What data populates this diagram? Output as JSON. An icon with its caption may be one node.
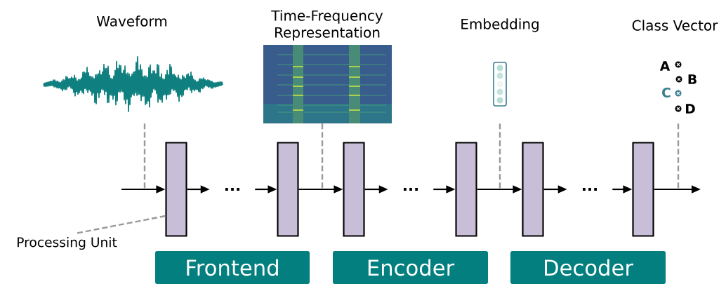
{
  "diagram": {
    "nodes": [
      {
        "text": [
          "Waveform"
        ]
      },
      {
        "text": [
          "Time-Frequency Representation"
        ]
      },
      {
        "text": [
          "Embedding"
        ]
      },
      {
        "text": [
          "Class Vector",
          "A",
          "B",
          "C",
          "D"
        ]
      },
      {
        "text": [],
        "shape": "box"
      },
      {
        "text": [
          "..."
        ]
      },
      {
        "text": [],
        "shape": "box"
      },
      {
        "text": [],
        "shape": "box"
      },
      {
        "text": [
          "..."
        ]
      },
      {
        "text": [],
        "shape": "box"
      },
      {
        "text": [],
        "shape": "box"
      },
      {
        "text": [
          "..."
        ]
      },
      {
        "text": [],
        "shape": "box"
      },
      {
        "text": [
          "Processing Unit"
        ]
      },
      {
        "text": [
          "Frontend"
        ]
      },
      {
        "text": [
          "Encoder"
        ]
      },
      {
        "text": [
          "Decoder"
        ]
      }
    ],
    "edges": [
      {
        "from": null,
        "to": 4,
        "arrow": "to"
      },
      {
        "from": 4,
        "to": 5,
        "arrow": "to"
      },
      {
        "from": 5,
        "to": 6,
        "arrow": "to"
      },
      {
        "from": 6,
        "to": 7,
        "arrow": "to"
      },
      {
        "from": 7,
        "to": 8,
        "arrow": "to"
      },
      {
        "from": 8,
        "to": 9,
        "arrow": "to"
      },
      {
        "from": 9,
        "to": 10,
        "arrow": "to"
      },
      {
        "from": 10,
        "to": 11,
        "arrow": "to"
      },
      {
        "from": 11,
        "to": 12,
        "arrow": "to"
      },
      {
        "from": 12,
        "to": null,
        "arrow": "to"
      },
      {
        "from": 0,
        "to": null,
        "arrow": "none",
        "style": "dashed",
        "color": "#999999"
      },
      {
        "from": 1,
        "to": null,
        "arrow": "none",
        "style": "dashed",
        "color": "#999999"
      },
      {
        "from": 2,
        "to": null,
        "arrow": "none",
        "style": "dashed",
        "color": "#999999"
      },
      {
        "from": 3,
        "to": null,
        "arrow": "none",
        "style": "dashed",
        "color": "#999999"
      },
      {
        "from": 13,
        "to": 4,
        "arrow": "none",
        "style": "dashed",
        "color": "#999999"
      }
    ]
  }
}
